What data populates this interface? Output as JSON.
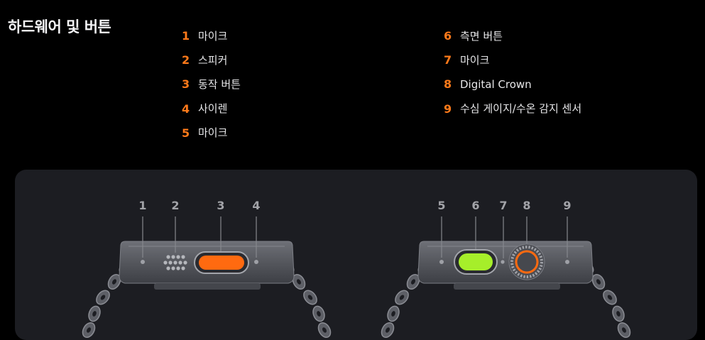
{
  "title": "하드웨어 및 버튼",
  "legend": {
    "left": [
      {
        "num": "1",
        "label": "마이크"
      },
      {
        "num": "2",
        "label": "스피커"
      },
      {
        "num": "3",
        "label": "동작 버튼"
      },
      {
        "num": "4",
        "label": "사이렌"
      },
      {
        "num": "5",
        "label": "마이크"
      }
    ],
    "right": [
      {
        "num": "6",
        "label": "측면 버튼"
      },
      {
        "num": "7",
        "label": "마이크"
      },
      {
        "num": "8",
        "label": "Digital Crown"
      },
      {
        "num": "9",
        "label": "수심 게이지/수온 감지 센서"
      }
    ]
  },
  "callouts": {
    "left_view": [
      "1",
      "2",
      "3",
      "4"
    ],
    "right_view": [
      "5",
      "6",
      "7",
      "8",
      "9"
    ]
  },
  "colors": {
    "accent_number": "#ff7a1a",
    "action_button": "#ff6a10",
    "side_button": "#a6ee2a",
    "panel_bg": "#1c1d22",
    "page_bg": "#000000"
  }
}
